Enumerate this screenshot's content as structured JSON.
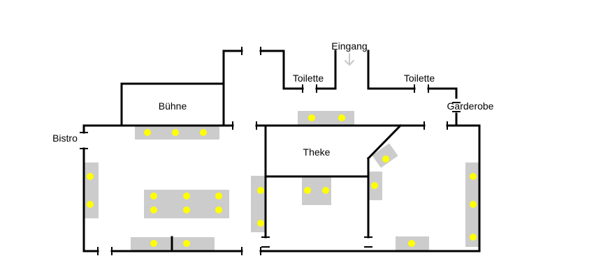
{
  "labels": {
    "stage": "Bühne",
    "bistro": "Bistro",
    "entrance": "Eingang",
    "toilet_left": "Toilette",
    "toilet_right": "Toilette",
    "cloakroom": "Garderobe",
    "bar": "Theke"
  },
  "icons": {
    "entrance_arrow": "arrow-down-icon"
  },
  "colors": {
    "wall": "#000000",
    "table": "#cccccc",
    "seat": "#ffff00",
    "arrow": "#c8c8c8"
  }
}
